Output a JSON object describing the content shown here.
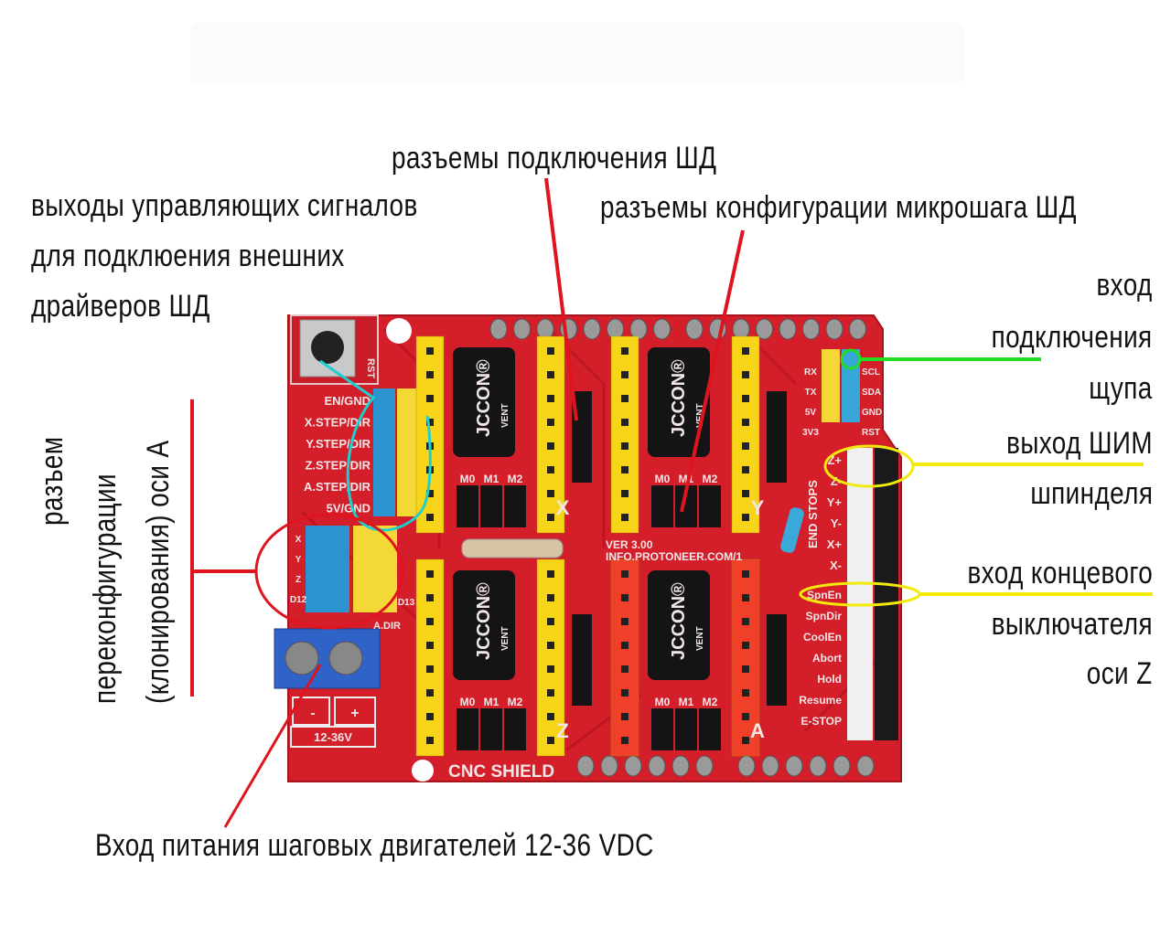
{
  "annotations": {
    "stepper_connectors": "разъемы подключения ШД",
    "microstep_config": "разъемы конфигурации микрошага ШД",
    "external_driver_outputs": [
      "выходы управляющих сигналов",
      "для подклюения внешних",
      "драйверов ШД"
    ],
    "probe_input": [
      "вход",
      "подключения",
      "щупа"
    ],
    "spindle_pwm": [
      "выход ШИМ",
      "шпинделя"
    ],
    "z_limit_input": [
      "вход концевого",
      "выключателя",
      "оси Z"
    ],
    "a_axis_clone": [
      "разъем",
      "переконфигурации",
      "(клонирования) оси А"
    ],
    "power_input": "Вход питания шаговых двигателей 12-36 VDC"
  },
  "board": {
    "name": "CNC SHIELD",
    "version": "VER 3.00",
    "url": "INFO.PROTONEER.COM/1",
    "reset_label": "RST",
    "left_pin_labels": [
      "EN/GND",
      "X.STEP/DIR",
      "Y.STEP/DIR",
      "Z.STEP/DIR",
      "A.STEP/DIR",
      "5V/GND"
    ],
    "clone_labels": [
      "X",
      "Y",
      "Z",
      "D12"
    ],
    "clone_right_labels": [
      "D13",
      "A.DIR"
    ],
    "power_labels": {
      "minus": "-",
      "plus": "+",
      "range": "12-36V"
    },
    "microstep_labels": [
      "M0",
      "M1",
      "M2"
    ],
    "axis_labels": [
      "X",
      "Y",
      "Z",
      "A"
    ],
    "header_left_labels": [
      "RX",
      "TX",
      "5V",
      "3V3"
    ],
    "header_right_labels": [
      "SCL",
      "SDA",
      "GND",
      "RST"
    ],
    "endstops_title": "END STOPS",
    "endstop_labels": [
      "Z+",
      "Z-",
      "Y+",
      "Y-",
      "X+",
      "X-"
    ],
    "control_labels": [
      "SpnEn",
      "SpnDir",
      "CoolEn",
      "Abort",
      "Hold",
      "Resume",
      "E-STOP"
    ],
    "capacitor_brand": "JCCON®",
    "capacitor_vent": "VENT",
    "driver_socket_colors": [
      "#f7d417",
      "#f7d417",
      "#f7d417",
      "#f0402a"
    ]
  },
  "colors": {
    "pcb": "#d41f2b",
    "pointer_red": "#e0141e",
    "pointer_cyan": "#1ad0d0",
    "pointer_green": "#22dd22",
    "pointer_yellow": "#f2ea0a"
  }
}
